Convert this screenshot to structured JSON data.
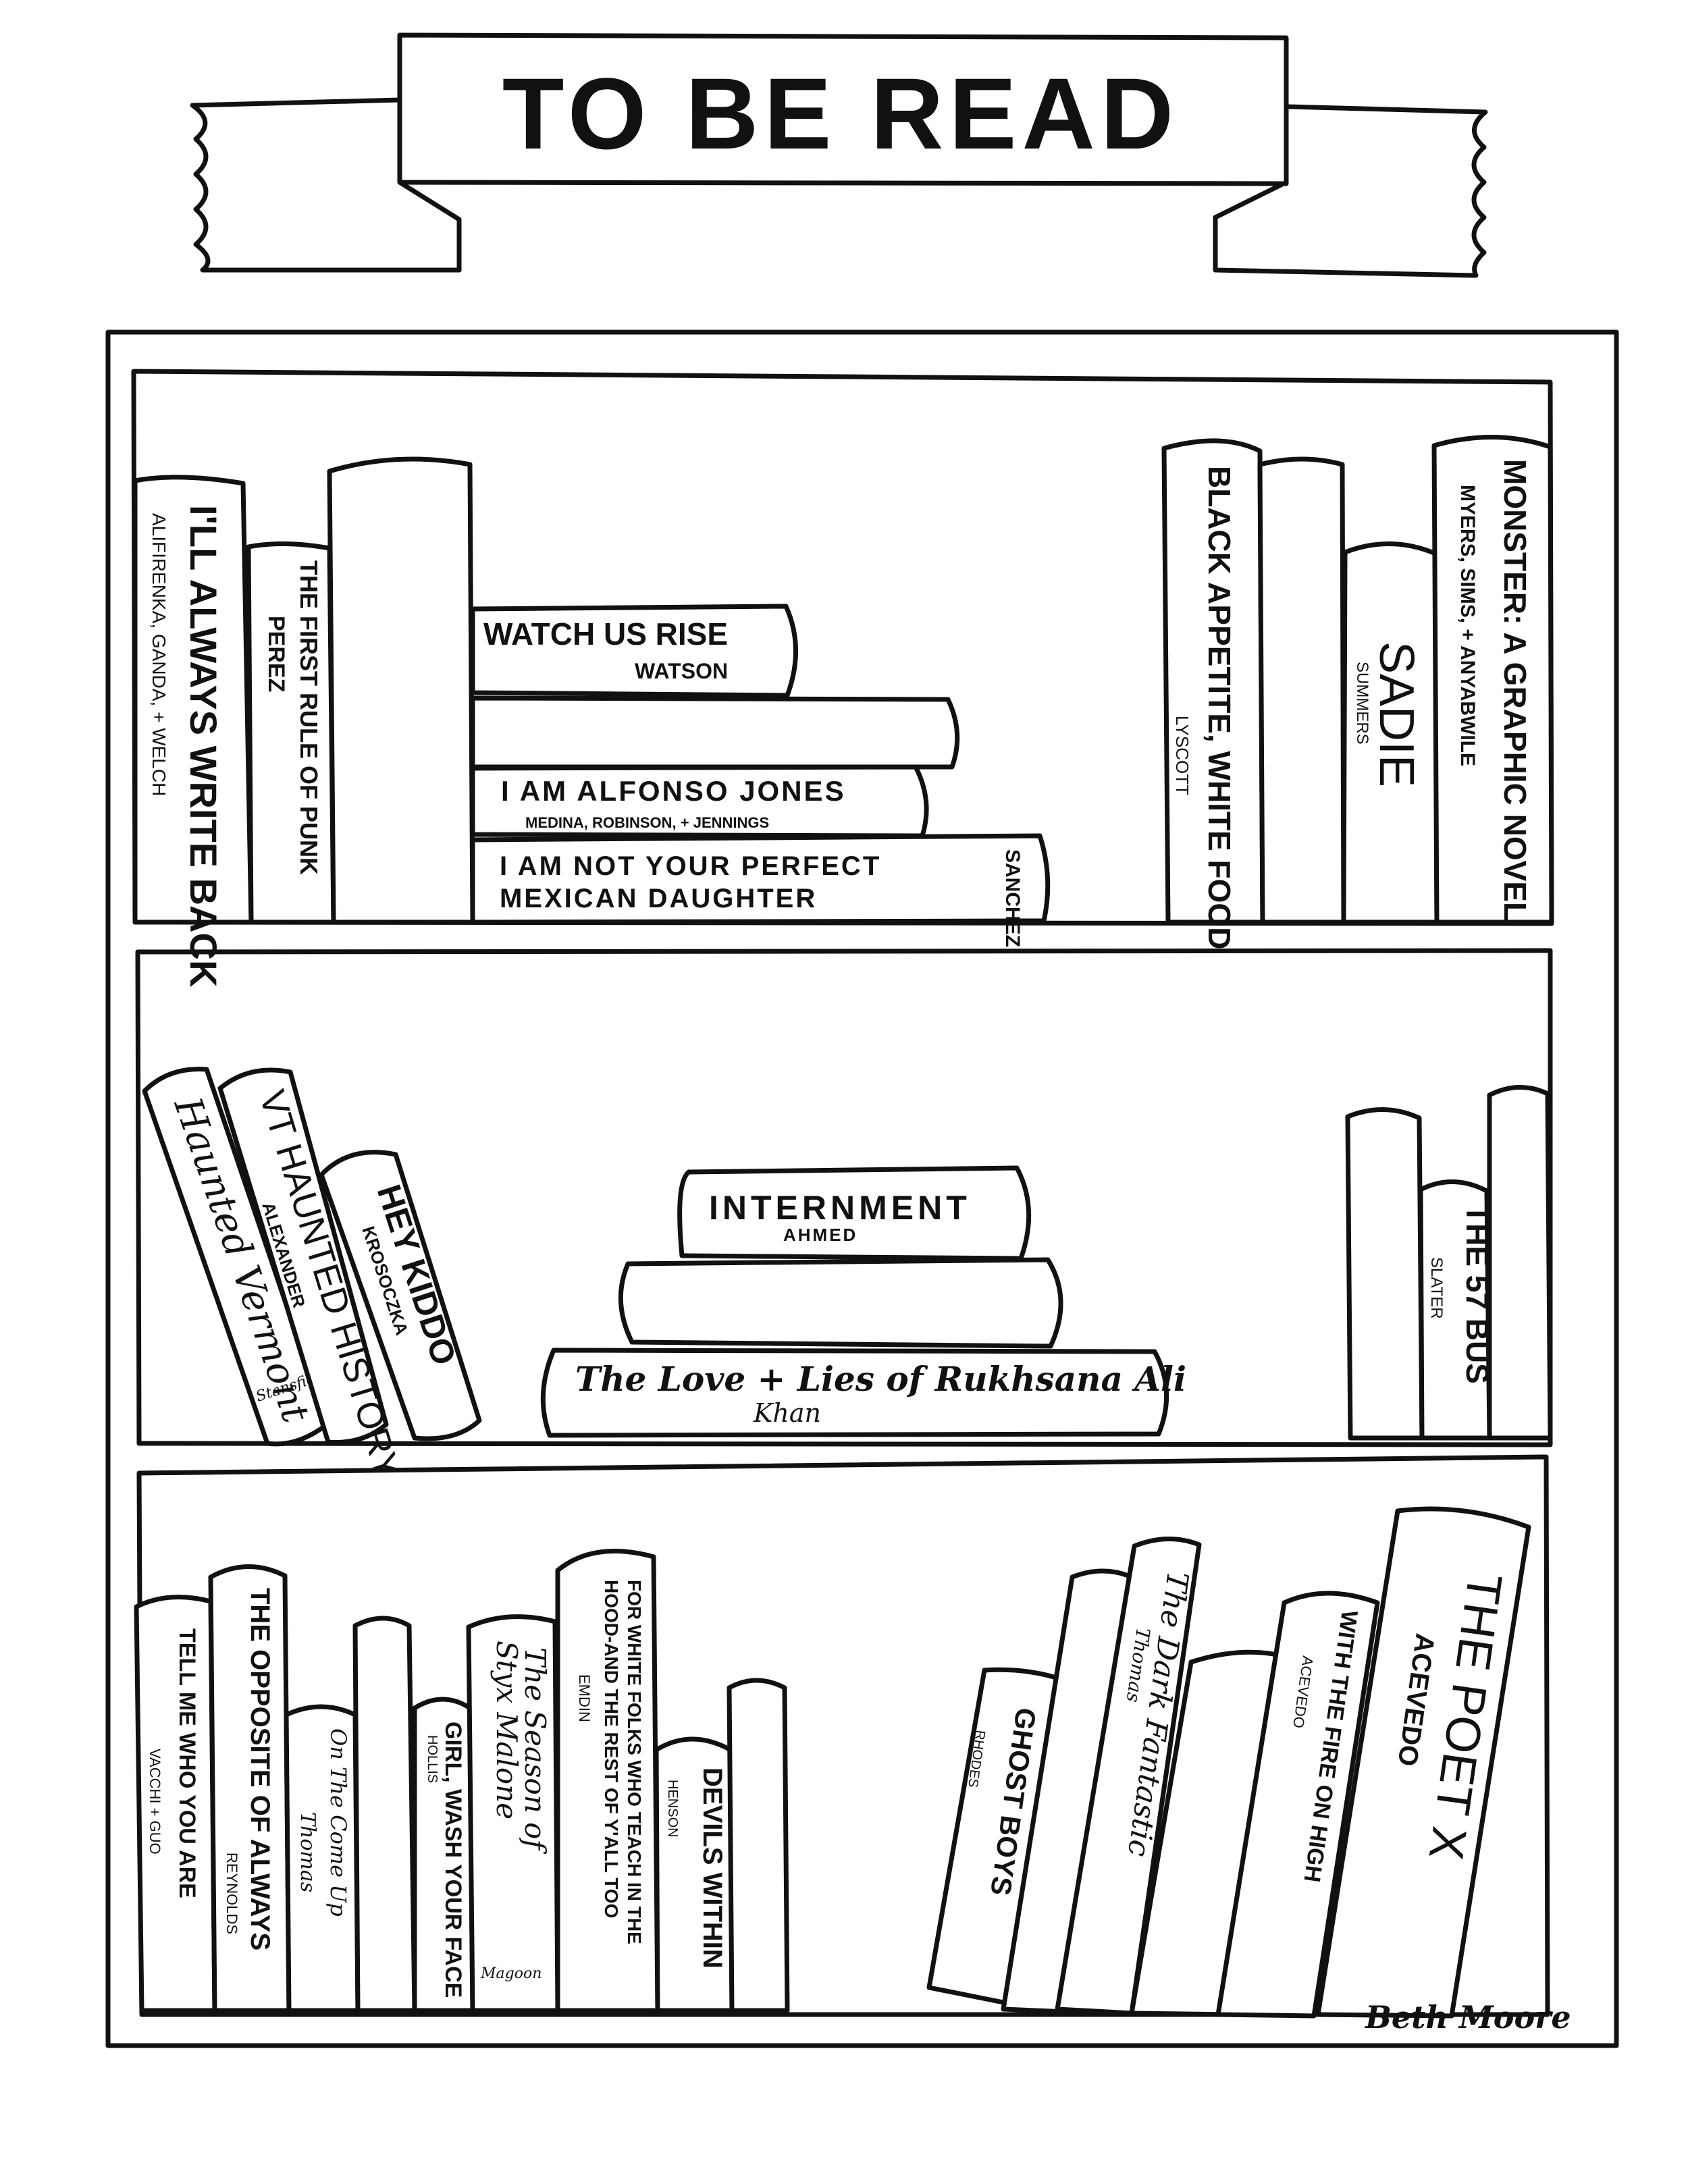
{
  "title": "TO BE READ",
  "signature": "Beth Moore",
  "shelves": {
    "top": [
      {
        "title": "I'LL ALWAYS WRITE BACK",
        "author": "ALIFIRENKA, GANDA, + WELCH"
      },
      {
        "title": "THE FIRST RULE OF PUNK",
        "author": "PEREZ"
      },
      {
        "title": "WATCH US RISE",
        "author": "WATSON"
      },
      {
        "title": "I AM ALFONSO JONES",
        "author": "MEDINA, ROBINSON, + JENNINGS"
      },
      {
        "title": "I AM NOT YOUR PERFECT MEXICAN DAUGHTER",
        "author": "SANCHEZ"
      },
      {
        "title": "BLACK APPETITE, WHITE FOOD",
        "author": "LYSCOTT"
      },
      {
        "title": "SADIE",
        "author": "SUMMERS"
      },
      {
        "title": "MONSTER: A GRAPHIC NOVEL",
        "author": "MYERS, SIMS, + ANYABWILE"
      }
    ],
    "middle": [
      {
        "title": "Haunted Vermont",
        "author": "Stansfield"
      },
      {
        "title": "VT HAUNTED HISTORY",
        "author": "ALEXANDER"
      },
      {
        "title": "HEY KIDDO",
        "author": "KROSOCZKA"
      },
      {
        "title": "INTERNMENT",
        "author": "AHMED"
      },
      {
        "title": "The Love + Lies of Rukhsana Ali",
        "author": "Khan"
      },
      {
        "title": "THE 57 BUS",
        "author": "SLATER"
      }
    ],
    "bottom": [
      {
        "title": "TELL ME WHO YOU ARE",
        "author": "VACCHI + GUO"
      },
      {
        "title": "THE OPPOSITE OF ALWAYS",
        "author": "REYNOLDS"
      },
      {
        "title": "On The Come Up",
        "author": "Thomas"
      },
      {
        "title": "GIRL, WASH YOUR FACE",
        "author": "HOLLIS"
      },
      {
        "title": "The Season of Styx Malone",
        "author": "Magoon"
      },
      {
        "title": "FOR WHITE FOLKS WHO TEACH IN THE HOOD-AND THE REST OF Y'ALL TOO",
        "author": "EMDIN"
      },
      {
        "title": "DEVILS WITHIN",
        "author": "HENSON"
      },
      {
        "title": "GHOST BOYS",
        "author": "RHODES"
      },
      {
        "title": "The Dark Fantastic",
        "author": "Thomas"
      },
      {
        "title": "WITH THE FIRE ON HIGH",
        "author": "ACEVEDO"
      },
      {
        "title": "THE POET X",
        "author": "ACEVEDO"
      }
    ]
  }
}
